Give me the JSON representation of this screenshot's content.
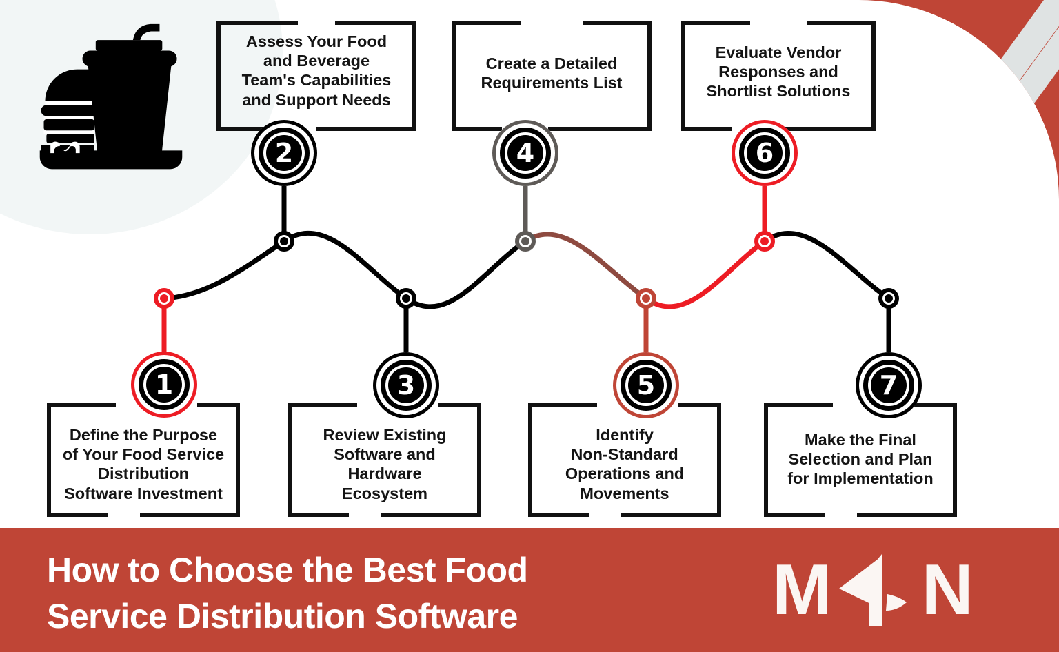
{
  "page": {
    "kind": "process-infographic",
    "background_color": "#ffffff",
    "accent_color": "#BF4536",
    "highlight_red": "#ED1C24",
    "neutral_gray": "#5E5A57",
    "blob_color": "#f2f6f6"
  },
  "decor": {
    "food_icon_name": "burger-and-drink-icon",
    "corner_arc_name": "corner-arc-decoration",
    "blob_name": "background-blob"
  },
  "steps": [
    {
      "number": "1",
      "label": "Define the Purpose\nof Your Food Service\nDistribution\nSoftware Investment",
      "ring_color": "#ED1C24",
      "row": "bottom"
    },
    {
      "number": "2",
      "label": "Assess Your Food\nand Beverage\nTeam's Capabilities\nand Support Needs",
      "ring_color": "#000000",
      "row": "top"
    },
    {
      "number": "3",
      "label": "Review Existing\nSoftware and\nHardware\nEcosystem",
      "ring_color": "#000000",
      "row": "bottom"
    },
    {
      "number": "4",
      "label": "Create a Detailed\nRequirements List",
      "ring_color": "#5E5A57",
      "row": "top"
    },
    {
      "number": "5",
      "label": "Identify\nNon-Standard\nOperations and\nMovements",
      "ring_color": "#BF4536",
      "row": "bottom"
    },
    {
      "number": "6",
      "label": "Evaluate Vendor\nResponses and\nShortlist Solutions",
      "ring_color": "#ED1C24",
      "row": "top"
    },
    {
      "number": "7",
      "label": "Make the Final\nSelection and Plan\nfor Implementation",
      "ring_color": "#000000",
      "row": "bottom"
    }
  ],
  "banner": {
    "headline": "How to Choose the Best Food\nService Distribution Software",
    "background_color": "#BF4536",
    "text_color": "#FFFFFF"
  },
  "logo": {
    "left_letter": "M",
    "mark_name": "arrow-mark-icon",
    "right_letter": "N"
  }
}
